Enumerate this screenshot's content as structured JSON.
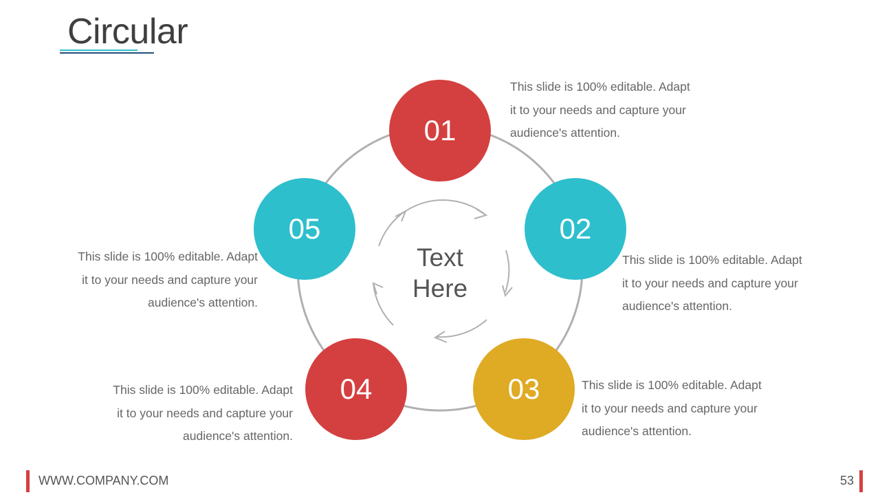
{
  "slide": {
    "title": "Circular",
    "center_text_line1": "Text",
    "center_text_line2": "Here",
    "nodes": [
      {
        "label": "01",
        "color": "#d44040",
        "text_line1": "This slide is 100% editable. Adapt",
        "text_line2": "it to your needs and capture your",
        "text_line3": "audience's attention."
      },
      {
        "label": "02",
        "color": "#2ebfcd",
        "text_line1": "This slide is 100% editable. Adapt",
        "text_line2": "it to your needs and capture your",
        "text_line3": "audience's attention."
      },
      {
        "label": "03",
        "color": "#dfaa24",
        "text_line1": "This slide is 100% editable. Adapt",
        "text_line2": "it to your needs and capture your",
        "text_line3": "audience's attention."
      },
      {
        "label": "04",
        "color": "#d44040",
        "text_line1": "This slide is 100% editable. Adapt",
        "text_line2": "it to your needs and capture your",
        "text_line3": "audience's attention."
      },
      {
        "label": "05",
        "color": "#2ebfcd",
        "text_line1": "This slide is 100% editable. Adapt",
        "text_line2": "it to your needs and capture your",
        "text_line3": "audience's attention."
      }
    ]
  },
  "footer": {
    "url": "WWW.COMPANY.COM",
    "page_number": "53",
    "accent_color": "#d44040"
  }
}
